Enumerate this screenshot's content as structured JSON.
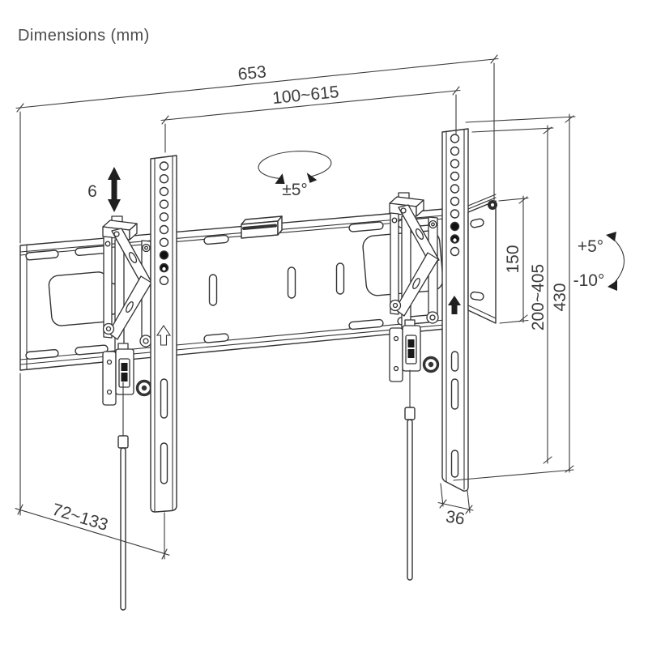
{
  "title": "Dimensions (mm)",
  "drawing": {
    "subject": "tilting-tv-wall-mount-technical-drawing",
    "line_color": "#333333",
    "text_color": "#3c3c3c"
  },
  "dimensions": {
    "total_width": "653",
    "mount_width_range": "100~615",
    "height_increment": "6",
    "level_adjust": "±5°",
    "bracket_plate_height": "150",
    "vesa_vertical_range": "200~405",
    "rail_height": "430",
    "tilt_up": "+5°",
    "tilt_down": "-10°",
    "wall_depth_range": "72~133",
    "rail_depth": "36"
  },
  "icons": {
    "height_adjust_arrow": "double-headed-vertical-arrow",
    "level_adjust_arrow": "elliptical-rotation-arrow",
    "tilt_range_arrow": "curved-tilt-arrow",
    "rail_orientation_arrow": "up-arrow"
  }
}
